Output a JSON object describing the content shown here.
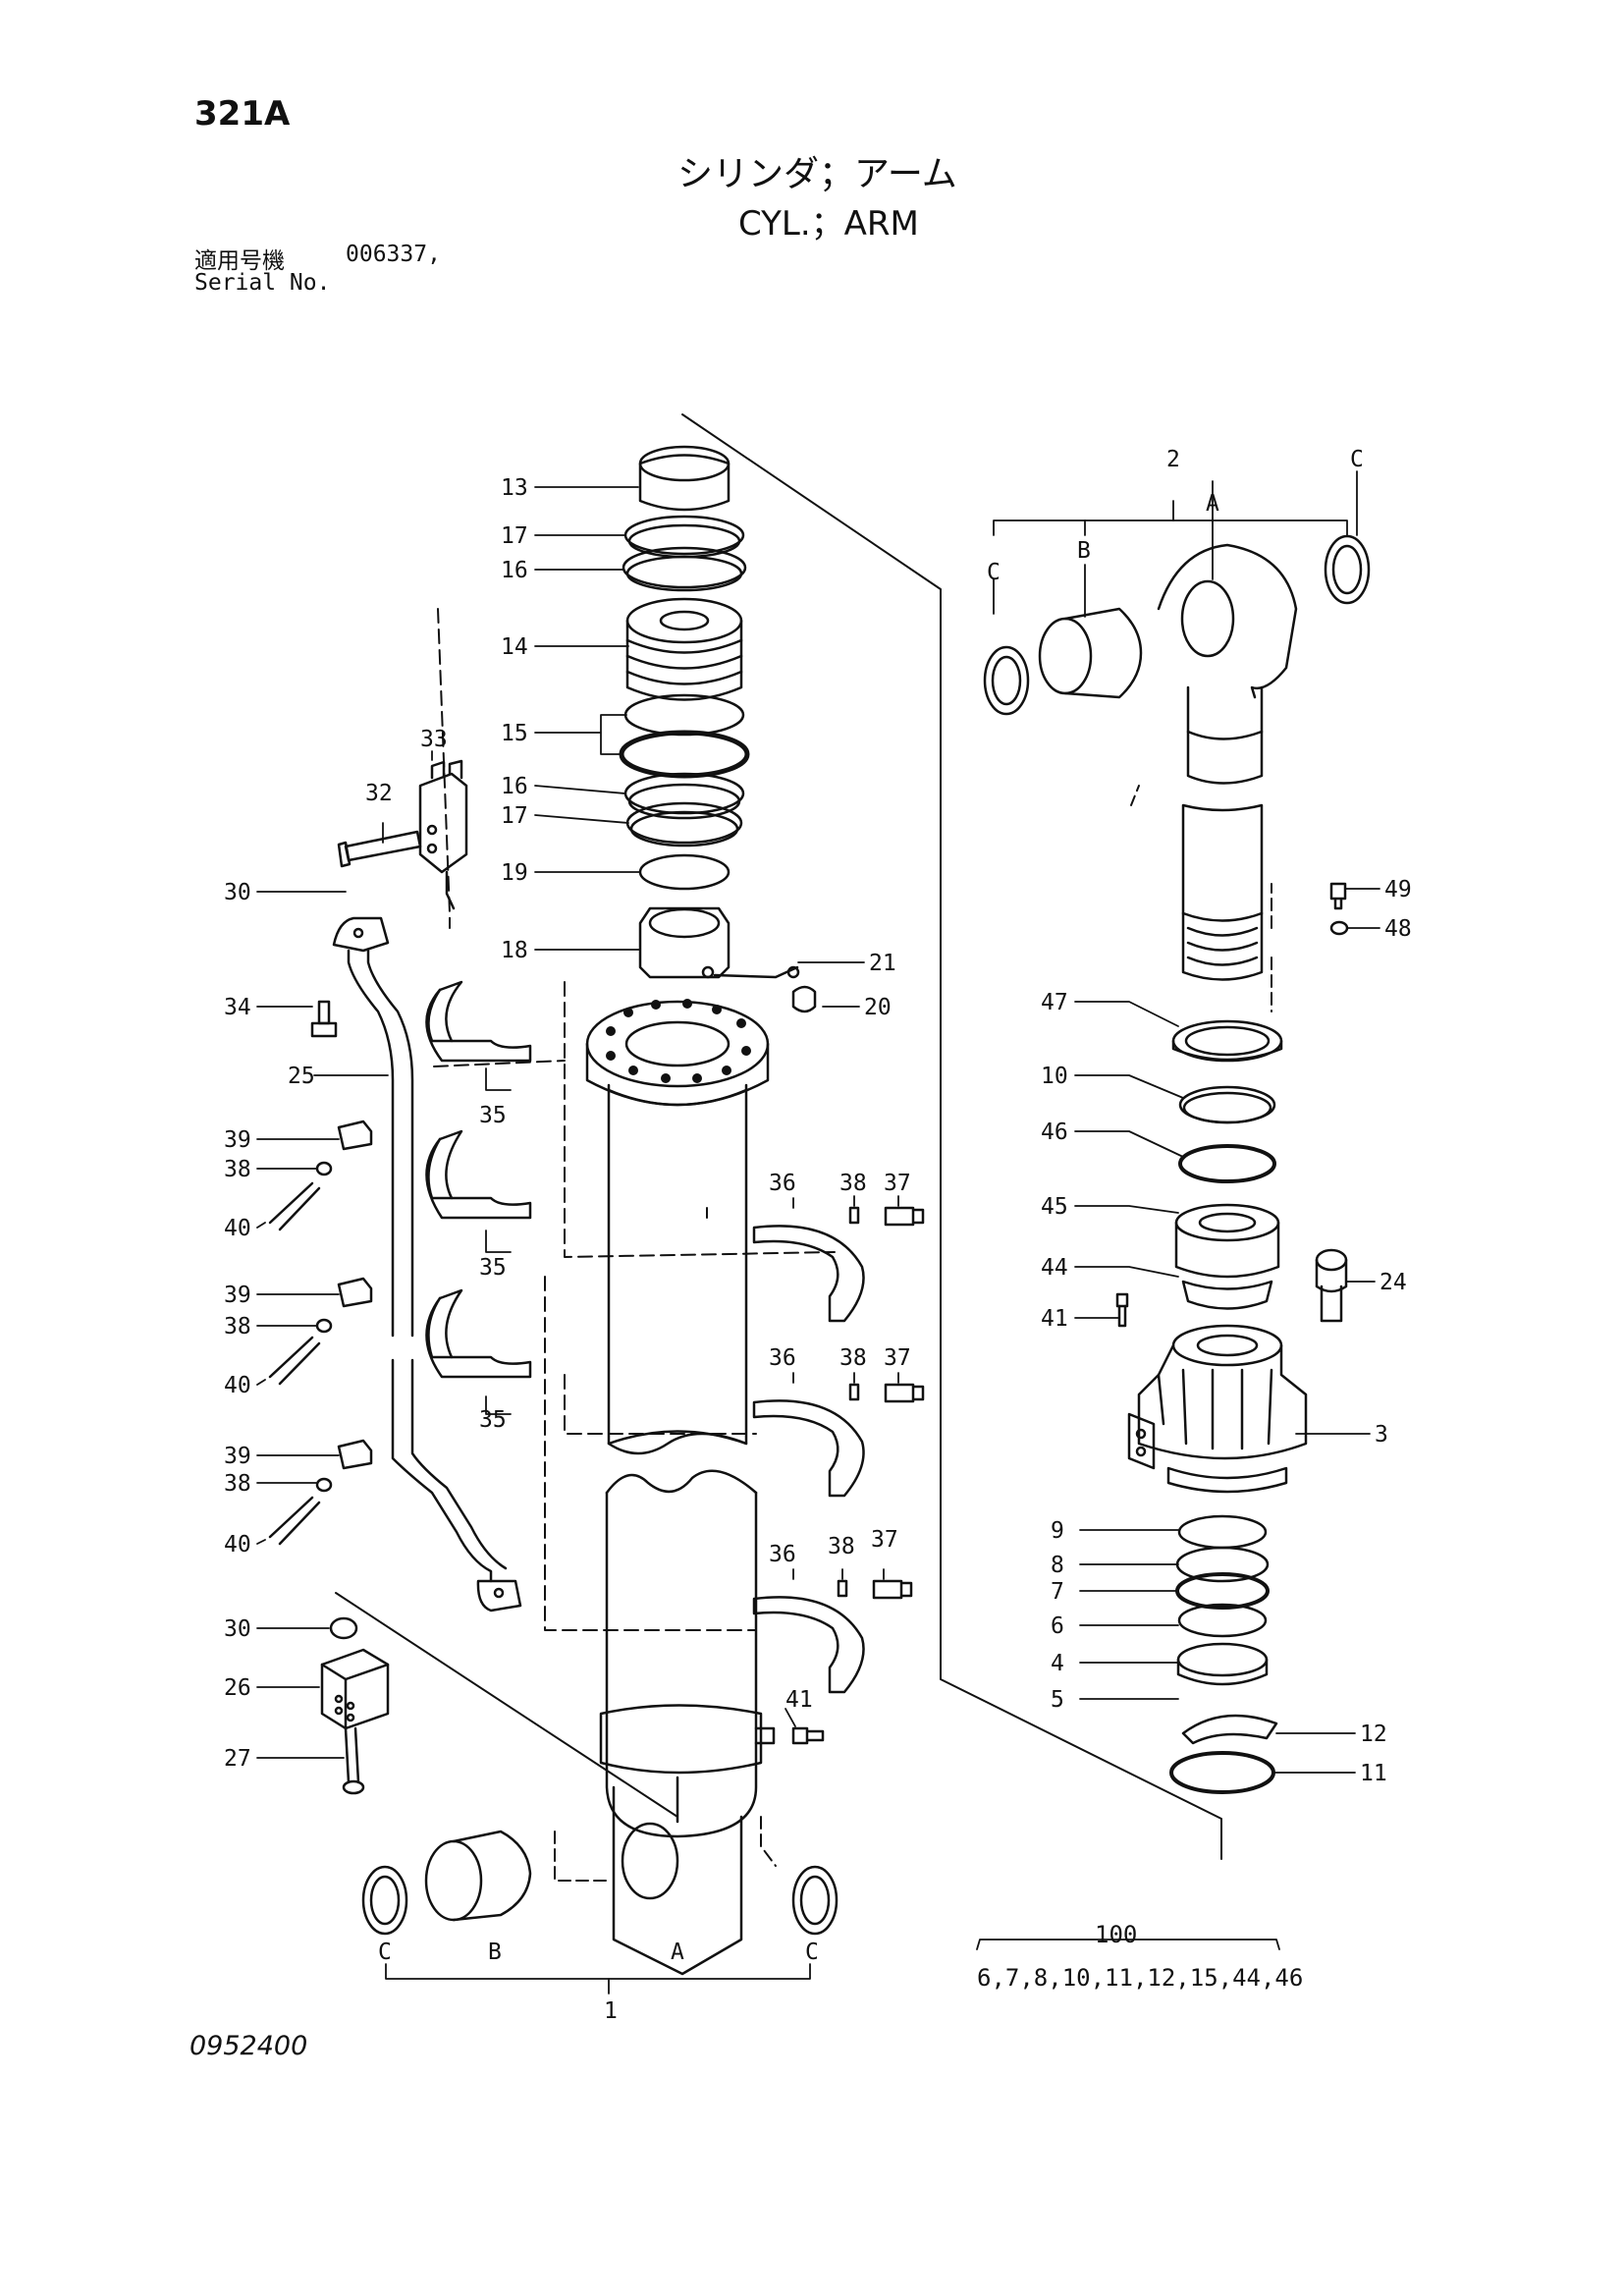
{
  "header": {
    "page_code": "321A",
    "title_jp": "シリンダ；アーム",
    "title_en": "CYL.；ARM",
    "serial_label_jp": "適用号機",
    "serial_value": "006337,",
    "serial_label_en": "Serial No."
  },
  "footer": {
    "drawing_number": "0952400",
    "kit_number": "100",
    "kit_contents": "6,7,8,10,11,12,15,44,46"
  },
  "callouts": [
    {
      "id": "c13",
      "label": "13"
    },
    {
      "id": "c17a",
      "label": "17"
    },
    {
      "id": "c16a",
      "label": "16"
    },
    {
      "id": "c14",
      "label": "14"
    },
    {
      "id": "c15",
      "label": "15"
    },
    {
      "id": "c16b",
      "label": "16"
    },
    {
      "id": "c17b",
      "label": "17"
    },
    {
      "id": "c19",
      "label": "19"
    },
    {
      "id": "c18",
      "label": "18"
    },
    {
      "id": "c21",
      "label": "21"
    },
    {
      "id": "c20",
      "label": "20"
    },
    {
      "id": "c33",
      "label": "33"
    },
    {
      "id": "c32",
      "label": "32"
    },
    {
      "id": "c30a",
      "label": "30"
    },
    {
      "id": "c34",
      "label": "34"
    },
    {
      "id": "c25",
      "label": "25"
    },
    {
      "id": "c39a",
      "label": "39"
    },
    {
      "id": "c38a",
      "label": "38"
    },
    {
      "id": "c40a",
      "label": "40"
    },
    {
      "id": "c35a",
      "label": "35"
    },
    {
      "id": "c35b",
      "label": "35"
    },
    {
      "id": "c39b",
      "label": "39"
    },
    {
      "id": "c38b",
      "label": "38"
    },
    {
      "id": "c40b",
      "label": "40"
    },
    {
      "id": "c35c",
      "label": "35"
    },
    {
      "id": "c39c",
      "label": "39"
    },
    {
      "id": "c38c",
      "label": "38"
    },
    {
      "id": "c40c",
      "label": "40"
    },
    {
      "id": "c36a",
      "label": "36"
    },
    {
      "id": "c38d",
      "label": "38"
    },
    {
      "id": "c37a",
      "label": "37"
    },
    {
      "id": "c36b",
      "label": "36"
    },
    {
      "id": "c38e",
      "label": "38"
    },
    {
      "id": "c37b",
      "label": "37"
    },
    {
      "id": "c36c",
      "label": "36"
    },
    {
      "id": "c38f",
      "label": "38"
    },
    {
      "id": "c37c",
      "label": "37"
    },
    {
      "id": "c30b",
      "label": "30"
    },
    {
      "id": "c26",
      "label": "26"
    },
    {
      "id": "c27",
      "label": "27"
    },
    {
      "id": "c41a",
      "label": "41"
    },
    {
      "id": "c1",
      "label": "1"
    },
    {
      "id": "cC1",
      "label": "C"
    },
    {
      "id": "cB1",
      "label": "B"
    },
    {
      "id": "cA1",
      "label": "A"
    },
    {
      "id": "cC2",
      "label": "C"
    },
    {
      "id": "c2",
      "label": "2"
    },
    {
      "id": "cA2",
      "label": "A"
    },
    {
      "id": "cB2",
      "label": "B"
    },
    {
      "id": "cC3",
      "label": "C"
    },
    {
      "id": "cC4",
      "label": "C"
    },
    {
      "id": "c49",
      "label": "49"
    },
    {
      "id": "c48",
      "label": "48"
    },
    {
      "id": "c47",
      "label": "47"
    },
    {
      "id": "c10",
      "label": "10"
    },
    {
      "id": "c46",
      "label": "46"
    },
    {
      "id": "c45",
      "label": "45"
    },
    {
      "id": "c44",
      "label": "44"
    },
    {
      "id": "c24",
      "label": "24"
    },
    {
      "id": "c41b",
      "label": "41"
    },
    {
      "id": "c3",
      "label": "3"
    },
    {
      "id": "c9",
      "label": "9"
    },
    {
      "id": "c8",
      "label": "8"
    },
    {
      "id": "c7",
      "label": "7"
    },
    {
      "id": "c6",
      "label": "6"
    },
    {
      "id": "c4",
      "label": "4"
    },
    {
      "id": "c5",
      "label": "5"
    },
    {
      "id": "c12",
      "label": "12"
    },
    {
      "id": "c11",
      "label": "11"
    }
  ]
}
